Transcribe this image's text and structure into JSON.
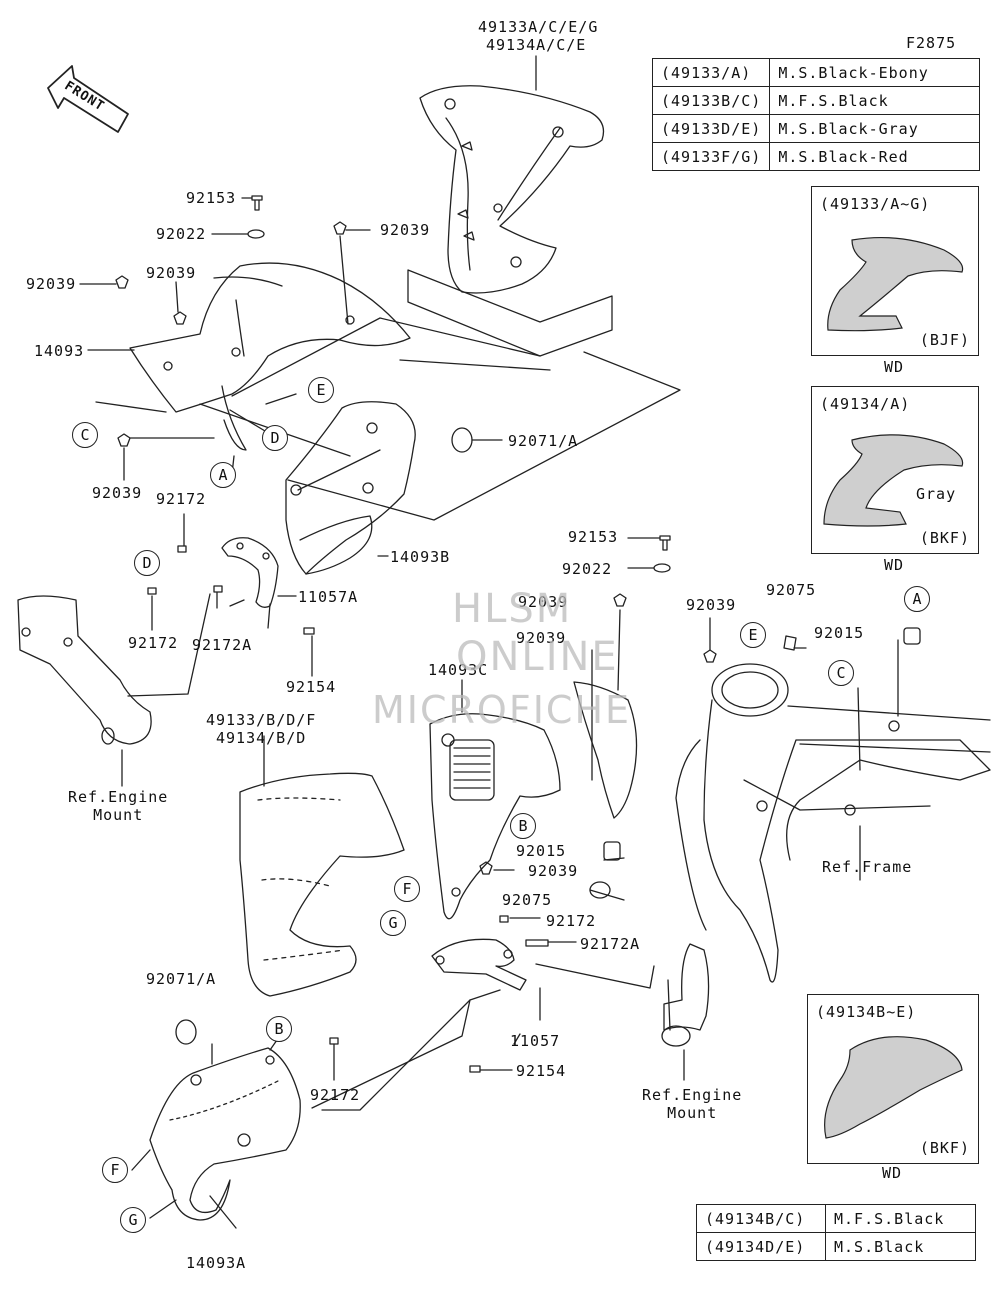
{
  "figure_code": "F2875",
  "front_label": "FRONT",
  "color_table_top": [
    {
      "code": "(49133/A)",
      "color": "M.S.Black-Ebony"
    },
    {
      "code": "(49133B/C)",
      "color": "M.F.S.Black"
    },
    {
      "code": "(49133D/E)",
      "color": "M.S.Black-Gray"
    },
    {
      "code": "(49133F/G)",
      "color": "M.S.Black-Red"
    }
  ],
  "color_table_bottom": [
    {
      "code": "(49134B/C)",
      "color": "M.F.S.Black"
    },
    {
      "code": "(49134D/E)",
      "color": "M.S.Black"
    }
  ],
  "variant_boxes": [
    {
      "code": "(49133/A~G)",
      "variant": "(BJF)",
      "caption": "WD",
      "note": ""
    },
    {
      "code": "(49134/A)",
      "variant": "(BKF)",
      "caption": "WD",
      "note": "Gray"
    },
    {
      "code": "(49134B~E)",
      "variant": "(BKF)",
      "caption": "WD",
      "note": ""
    }
  ],
  "part_labels": {
    "top_cowl_1": "49133A/C/E/G",
    "top_cowl_2": "49134A/C/E",
    "p92153_a": "92153",
    "p92022_a": "92022",
    "p92039_a": "92039",
    "p92039_b": "92039",
    "p92039_c": "92039",
    "p14093": "14093",
    "p92039_d": "92039",
    "p92071A_a": "92071/A",
    "p92172_a": "92172",
    "p14093B": "14093B",
    "p11057A": "11057A",
    "p92172_b": "92172",
    "p92172A_a": "92172A",
    "p92154_a": "92154",
    "ref_engine_mount_a": "Ref.Engine\nMount",
    "lower_cowl_1": "49133/B/D/F",
    "lower_cowl_2": "49134/B/D",
    "p92153_b": "92153",
    "p92022_b": "92022",
    "p92039_e": "92039",
    "p92039_f": "92039",
    "p14093C": "14093C",
    "p92039_g": "92039",
    "p92075_a": "92075",
    "p92015_a": "92015",
    "p92015_b": "92015",
    "p92039_h": "92039",
    "p92075_b": "92075",
    "p92172_c": "92172",
    "p92172A_b": "92172A",
    "p11057": "11057",
    "p92154_b": "92154",
    "ref_frame": "Ref.Frame",
    "ref_engine_mount_b": "Ref.Engine\nMount",
    "p92071A_b": "92071/A",
    "p92172_d": "92172",
    "p14093A": "14093A"
  },
  "callouts": [
    "A",
    "B",
    "C",
    "D",
    "E",
    "F",
    "G"
  ],
  "watermark": {
    "line1": "HLSM",
    "line2": "ONLINE",
    "line3": "MICROFICHE"
  }
}
